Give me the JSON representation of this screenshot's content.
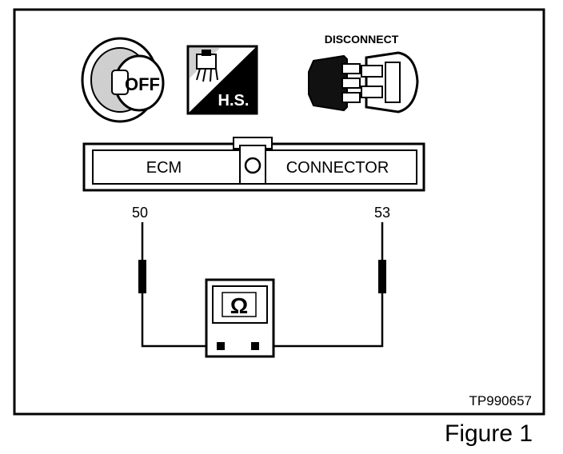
{
  "icons": {
    "ignition_off": "OFF",
    "harness_tag": "H.S.",
    "disconnect": "DISCONNECT"
  },
  "connector": {
    "left_label": "ECM",
    "right_label": "CONNECTOR"
  },
  "pins": {
    "left": "50",
    "right": "53"
  },
  "meter": {
    "symbol": "Ω"
  },
  "figure_code": "TP990657",
  "caption": "Figure 1"
}
